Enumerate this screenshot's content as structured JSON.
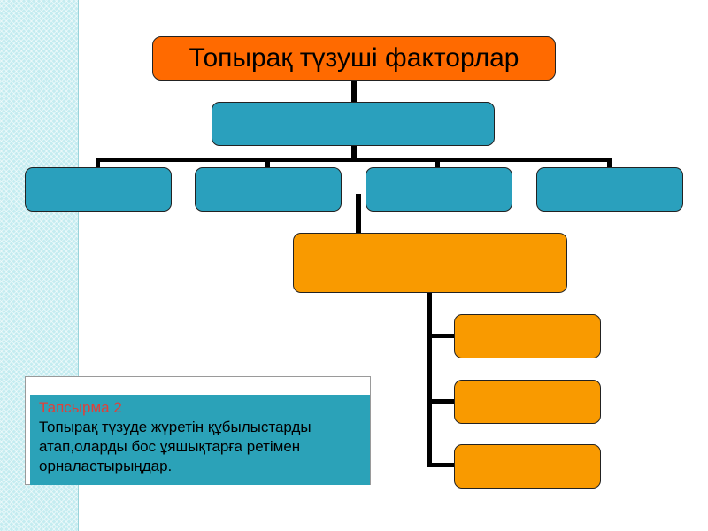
{
  "diagram": {
    "title": "Топырақ түзуші факторлар",
    "level1_box": "",
    "level2_boxes": [
      "",
      "",
      "",
      ""
    ],
    "level3_box": "",
    "level4_boxes": [
      "",
      "",
      ""
    ]
  },
  "task": {
    "title": "Тапсырма 2",
    "text": "Топырақ түзуде жүретін құбылыстарды атап,оларды бос ұяшықтарға ретімен орналастырыңдар."
  },
  "colors": {
    "title_box": "#ff6a00",
    "teal_box": "#2aa0bd",
    "orange_box": "#f99a00",
    "task_panel": "#2ba2b8",
    "task_title": "#e0403a",
    "connector": "#000000"
  }
}
